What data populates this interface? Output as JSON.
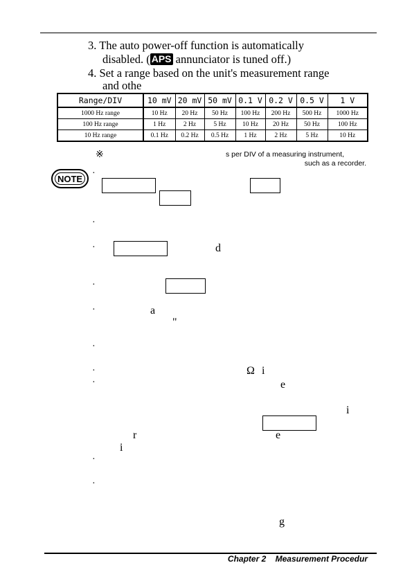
{
  "steps": [
    {
      "number": "3.",
      "line1": "The auto power-off function is automatically",
      "line2_before": "disabled.  (",
      "annunciator": "APS",
      "line2_after": " annunciator is tuned off.)"
    },
    {
      "number": "4.",
      "line1": "Set a range based on the unit's measurement range",
      "line2": "and othe"
    }
  ],
  "range_table": {
    "headers": [
      "Range/DIV",
      "10 mV",
      "20 mV",
      "50 mV",
      "0.1 V",
      "0.2 V",
      "0.5 V",
      "1 V"
    ],
    "rows": [
      [
        "1000 Hz range",
        "10 Hz",
        "20 Hz",
        "50 Hz",
        "100 Hz",
        "200 Hz",
        "500 Hz",
        "1000 Hz"
      ],
      [
        "100 Hz range",
        "1 Hz",
        "2 Hz",
        "5 Hz",
        "10 Hz",
        "20 Hz",
        "50 Hz",
        "100 Hz"
      ],
      [
        "10 Hz range",
        "0.1 Hz",
        "0.2 Hz",
        "0.5 Hz",
        "1 Hz",
        "2 Hz",
        "5 Hz",
        "10 Hz"
      ]
    ]
  },
  "footnote": {
    "mark": "※",
    "line1": "s per DIV of a measuring instrument,",
    "line2": "such as a recorder."
  },
  "note_badge": "NOTE",
  "bullet_char": "·",
  "fragments": {
    "f1": "d",
    "f2": "a",
    "f3": "\"",
    "f4": "Ω",
    "f5": "i",
    "f6": "e",
    "f7": "i",
    "f8": "r",
    "f9": "e",
    "f10": "i",
    "f11": "g"
  },
  "footer": {
    "chapter": "Chapter 2",
    "title": "Measurement Procedur"
  }
}
